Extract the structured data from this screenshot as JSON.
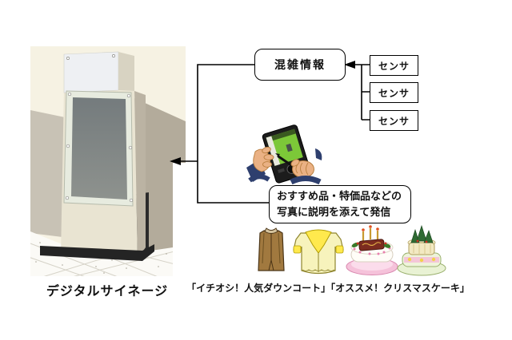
{
  "figure": {
    "background": "#ffffff",
    "congestion_box": {
      "label": "混雑情報"
    },
    "sensor_boxes": [
      {
        "label": "センサ"
      },
      {
        "label": "センサ"
      },
      {
        "label": "センサ"
      }
    ],
    "bubble": {
      "line1": "おすすめ品・特価品などの",
      "line2": "写真に説明を添えて発信"
    },
    "captions": {
      "signage_label": "デジタルサイネージ",
      "products_label": "「イチオシ！人気ダウンコート」「オススメ！クリスマスケーキ」"
    },
    "icons": {
      "kiosk-illustration": "3D render of a cream digital-signage kiosk with dark display, black plinth, tiled floor",
      "pda-hands-icon": "clipart of hands holding a PDA and writing with a stylus",
      "brown-coat-icon": "brown down coat clipart",
      "yellow-coat-icon": "yellow fur-collar coat clipart",
      "white-christmas-cake-icon": "white christmas cake with pink frill, candles and chocolate plate",
      "green-christmas-cake-icon": "tiered christmas cake with fir trees and pink ribbon"
    },
    "colors": {
      "line": "#000000",
      "box_border": "#000000",
      "box_fill": "#ffffff",
      "text": "#111111",
      "kiosk_body": "#e9e4d2",
      "kiosk_screen": "#7d8383",
      "wall": "#f6f2e3",
      "wall_shadow": "#b3ab9b",
      "pda_screen_green": "#7cc838",
      "sleeve_navy": "#2e3f6e"
    }
  }
}
